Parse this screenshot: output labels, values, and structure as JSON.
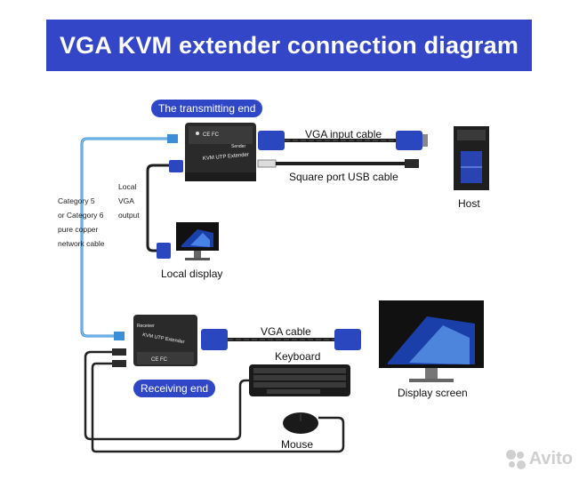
{
  "title": "VGA KVM extender connection diagram",
  "transmitting_label": "The transmitting end",
  "receiving_label": "Receiving end",
  "vga_input_cable": "VGA input cable",
  "usb_cable": "Square port USB cable",
  "host": "Host",
  "local_output_lines": [
    "Local",
    "VGA",
    "output"
  ],
  "network_cable_lines": [
    "Category 5",
    "or Category 6",
    "pure copper",
    "network cable"
  ],
  "local_display": "Local display",
  "vga_cable": "VGA cable",
  "keyboard": "Keyboard",
  "display_screen": "Display screen",
  "mouse": "Mouse",
  "sender_box_text": "KVM UTP Extender",
  "sender_tag": "Sender",
  "receiver_box_text": "KVM UTP Extender",
  "receiver_tag": "Receiver",
  "watermark": "Avito",
  "colors": {
    "banner": "#3346c8",
    "pill": "#2f46c6",
    "network_cable": "#3a8fd6",
    "vga_connector": "#2a47c0",
    "device_dark": "#2a2a2a"
  }
}
